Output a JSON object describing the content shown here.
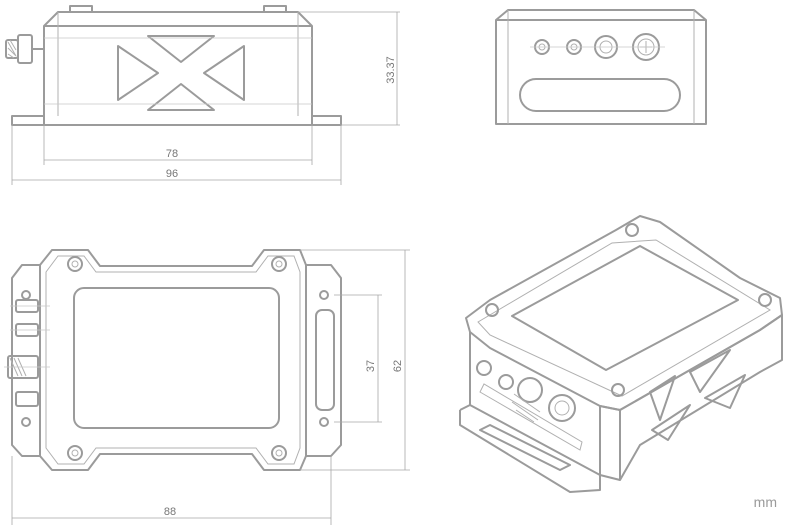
{
  "dimensions": {
    "front_height": "33.37",
    "inner_width": "78",
    "overall_width": "96",
    "top_inner_height": "37",
    "top_overall_height": "62",
    "top_width": "88"
  },
  "units": "mm"
}
